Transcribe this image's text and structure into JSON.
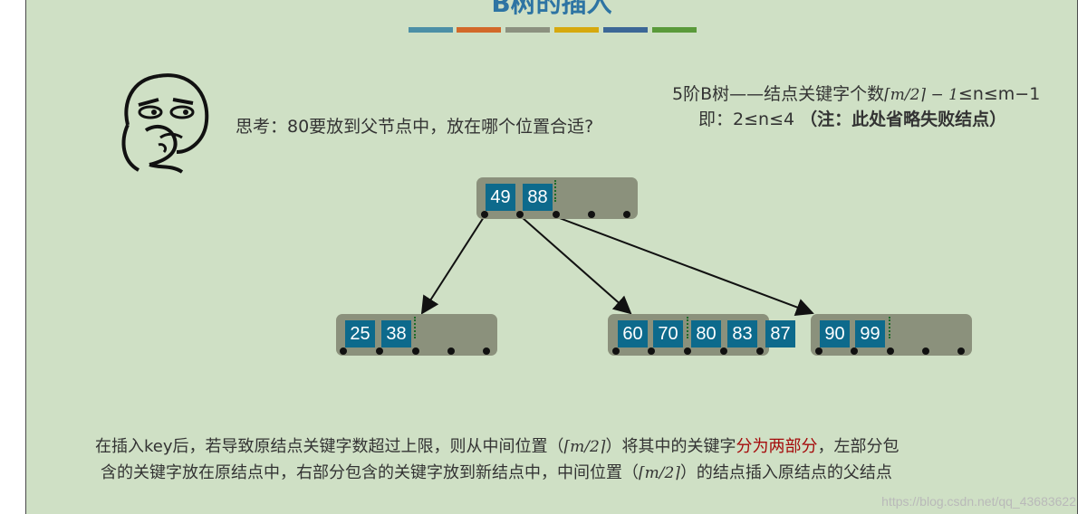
{
  "slide": {
    "title": "B树的插入",
    "color_bars": [
      "#4c8fa6",
      "#d2692a",
      "#8c9180",
      "#d6a90e",
      "#3c6796",
      "#5a9a3a"
    ]
  },
  "rule": {
    "prefix": "5阶B树——结点关键字个数",
    "formula": "⌈m/2⌉ − 1",
    "suffix": "≤n≤m−1",
    "line2_prefix": "即：",
    "line2_value": "2≤n≤4",
    "line2_note": "（注：此处省略失败结点）"
  },
  "question": "思考：80要放到父节点中，放在哪个位置合适?",
  "tree": {
    "root": [
      "49",
      "88"
    ],
    "left": [
      "25",
      "38"
    ],
    "middle": [
      "60",
      "70",
      "80",
      "83",
      "87"
    ],
    "right": [
      "90",
      "99"
    ]
  },
  "explanation": {
    "line1_a": "在插入key后，若导致原结点关键字数超过上限，则从中间位置（",
    "line1_formula": "⌈m/2⌉",
    "line1_b": "）将其中的关键字",
    "line1_highlight": "分为两部分",
    "line1_c": "，左部分包",
    "line2_a": "含的关键字放在原结点中，右部分包含的关键字放到新结点中，中间位置（",
    "line2_formula": "⌈m/2⌉",
    "line2_b": "）的结点插入原结点的父结点"
  },
  "watermark": "https://blog.csdn.net/qq_43683622"
}
